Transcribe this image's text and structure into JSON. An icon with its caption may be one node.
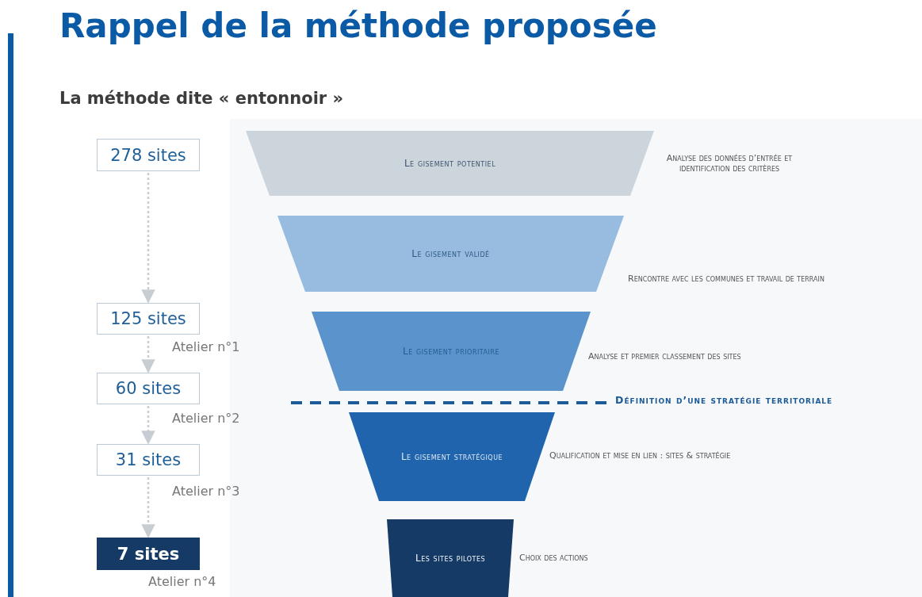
{
  "diagram": {
    "title": "Rappel de la méthode proposée",
    "nodes": [
      {
        "text": [
          "278 sites"
        ]
      },
      {
        "text": [
          "125 sites"
        ],
        "beside": [
          "Atelier n°1"
        ]
      },
      {
        "text": [
          "60 sites"
        ],
        "beside": [
          "Atelier n°2"
        ]
      },
      {
        "text": [
          "31 sites"
        ],
        "beside": [
          "Atelier n°3"
        ]
      },
      {
        "text": [
          "7 sites"
        ],
        "beside": [
          "Atelier n°4"
        ]
      },
      {
        "text": [
          "Le gisement potentiel"
        ],
        "beside": [
          "Analyse des données d’entrée et identification des critères"
        ]
      },
      {
        "text": [
          "Le gisement validé"
        ],
        "beside": [
          "Rencontre avec les communes et travail de terrain"
        ]
      },
      {
        "text": [
          "Le gisement prioritaire"
        ],
        "beside": [
          "Analyse et premier classement des sites"
        ]
      },
      {
        "text": [
          "Le gisement stratégique"
        ],
        "beside": [
          "Qualification et mise en lien : sites & stratégie"
        ]
      },
      {
        "text": [
          "Les sites pilotes"
        ],
        "beside": [
          "Choix des actions"
        ]
      }
    ],
    "edges": [
      {
        "from": 0,
        "to": 1,
        "arrow": "to",
        "style": "dashed"
      },
      {
        "from": 1,
        "to": 2,
        "arrow": "to",
        "style": "dashed"
      },
      {
        "from": 2,
        "to": 3,
        "arrow": "to",
        "style": "dashed"
      },
      {
        "from": 3,
        "to": 4,
        "arrow": "to",
        "style": "dashed"
      }
    ],
    "labels": [
      "La méthode dite « entonnoir »",
      "Définition d’une stratégie territoriale"
    ]
  }
}
